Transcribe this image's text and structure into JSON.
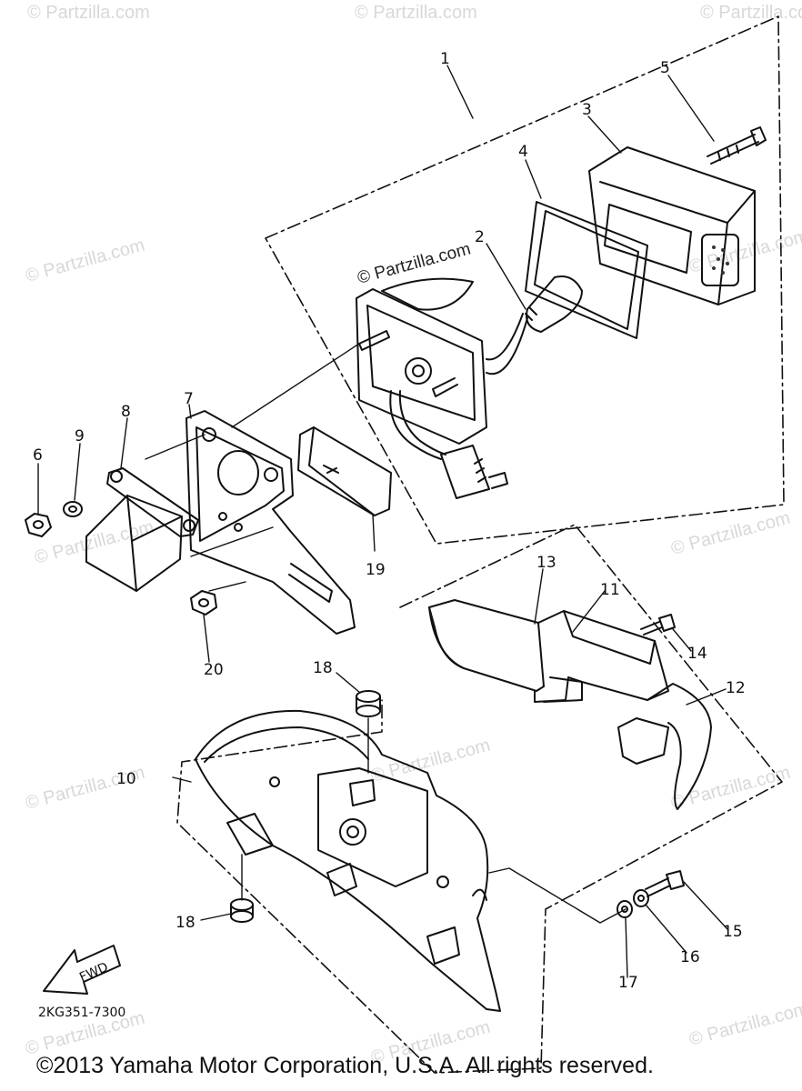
{
  "watermark": "© Partzilla.com",
  "center_watermark": "© Partzilla.com",
  "part_numbers": [
    "1",
    "2",
    "3",
    "4",
    "5",
    "6",
    "7",
    "8",
    "9",
    "10",
    "11",
    "12",
    "13",
    "14",
    "15",
    "16",
    "17",
    "18",
    "18",
    "19",
    "20"
  ],
  "fwd_label": "FWD",
  "diagram_code": "2KG351-7300",
  "copyright": "©2013  Yamaha Motor Corporation, U.S.A. All rights reserved."
}
